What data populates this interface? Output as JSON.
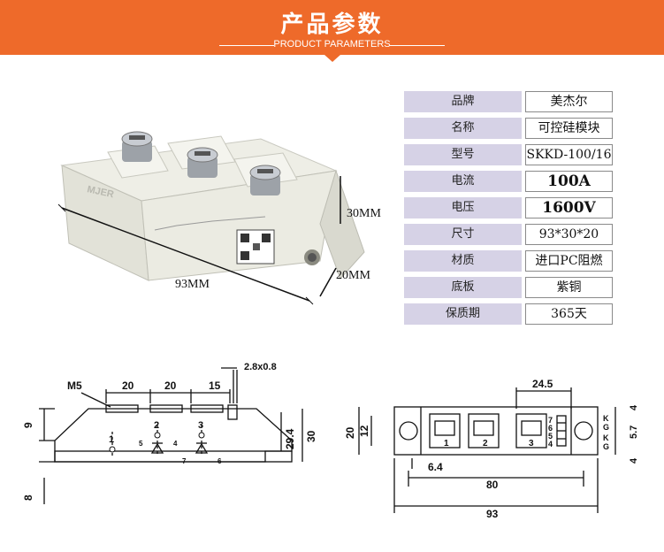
{
  "banner": {
    "title": "产品参数",
    "subtitle": "PRODUCT PARAMETERS"
  },
  "product_photo": {
    "brand_mark": "MJER",
    "dim_length": "93MM",
    "dim_height": "30MM",
    "dim_width": "20MM"
  },
  "spec_table": [
    {
      "label": "品牌",
      "value": "美杰尔"
    },
    {
      "label": "名称",
      "value": "可控硅模块"
    },
    {
      "label": "型号",
      "value": "SKKD-100/16"
    },
    {
      "label": "电流",
      "value": "100A"
    },
    {
      "label": "电压",
      "value": "1600V"
    },
    {
      "label": "尺寸",
      "value": "93*30*20"
    },
    {
      "label": "材质",
      "value": "进口PC阻燃"
    },
    {
      "label": "底板",
      "value": "紫铜"
    },
    {
      "label": "保质期",
      "value": "365天"
    }
  ],
  "side_drawing": {
    "thread": "M5",
    "spacing_1": "20",
    "spacing_2": "20",
    "spacing_3": "15",
    "tab_size": "2.8x0.8",
    "height_top": "9",
    "height_bottom": "8",
    "height_mid": "29.4",
    "height_total": "30",
    "terminal_1": "1",
    "terminal_2": "2",
    "terminal_3": "3",
    "pin_4": "4",
    "pin_5": "5",
    "pin_6": "6",
    "pin_7": "7"
  },
  "top_drawing": {
    "width_top": "24.5",
    "height_outer": "20",
    "height_inner": "12",
    "hole_offset": "6.4",
    "length_mid": "80",
    "length_total": "93",
    "right_4a": "4",
    "right_57": "5.7",
    "right_4b": "4",
    "gate_labels": [
      "K",
      "G",
      "K",
      "G"
    ],
    "pin_labels": [
      "7",
      "6",
      "5",
      "4"
    ],
    "terminal_1": "1",
    "terminal_2": "2",
    "terminal_3": "3"
  }
}
